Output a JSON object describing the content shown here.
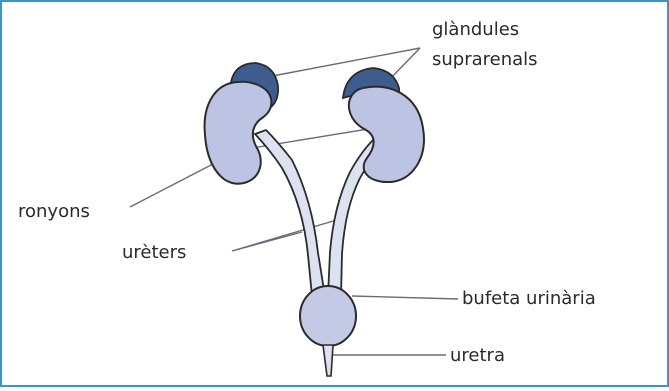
{
  "labels": {
    "glands_line1": "glàndules",
    "glands_line2": "suprarenals",
    "kidneys": "ronyons",
    "ureters": "urèters",
    "bladder": "bufeta urinària",
    "urethra": "uretra"
  },
  "colors": {
    "frame": "#3a95c8",
    "kidney_fill": "#bcc3e3",
    "kidney_stroke": "#2b2b2b",
    "gland_fill": "#3e5d8e",
    "ureter_fill": "#dde1f0",
    "bladder_fill": "#c4cae6",
    "leader_line": "#6b6b7a"
  }
}
